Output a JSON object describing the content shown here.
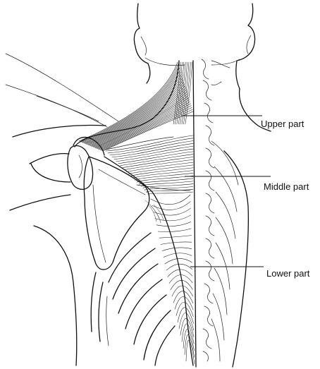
{
  "labels": {
    "upper": "Upper part",
    "middle": "Middle part",
    "lower": "Lower part"
  },
  "colors": {
    "ink": "#111111",
    "background": "#ffffff"
  }
}
